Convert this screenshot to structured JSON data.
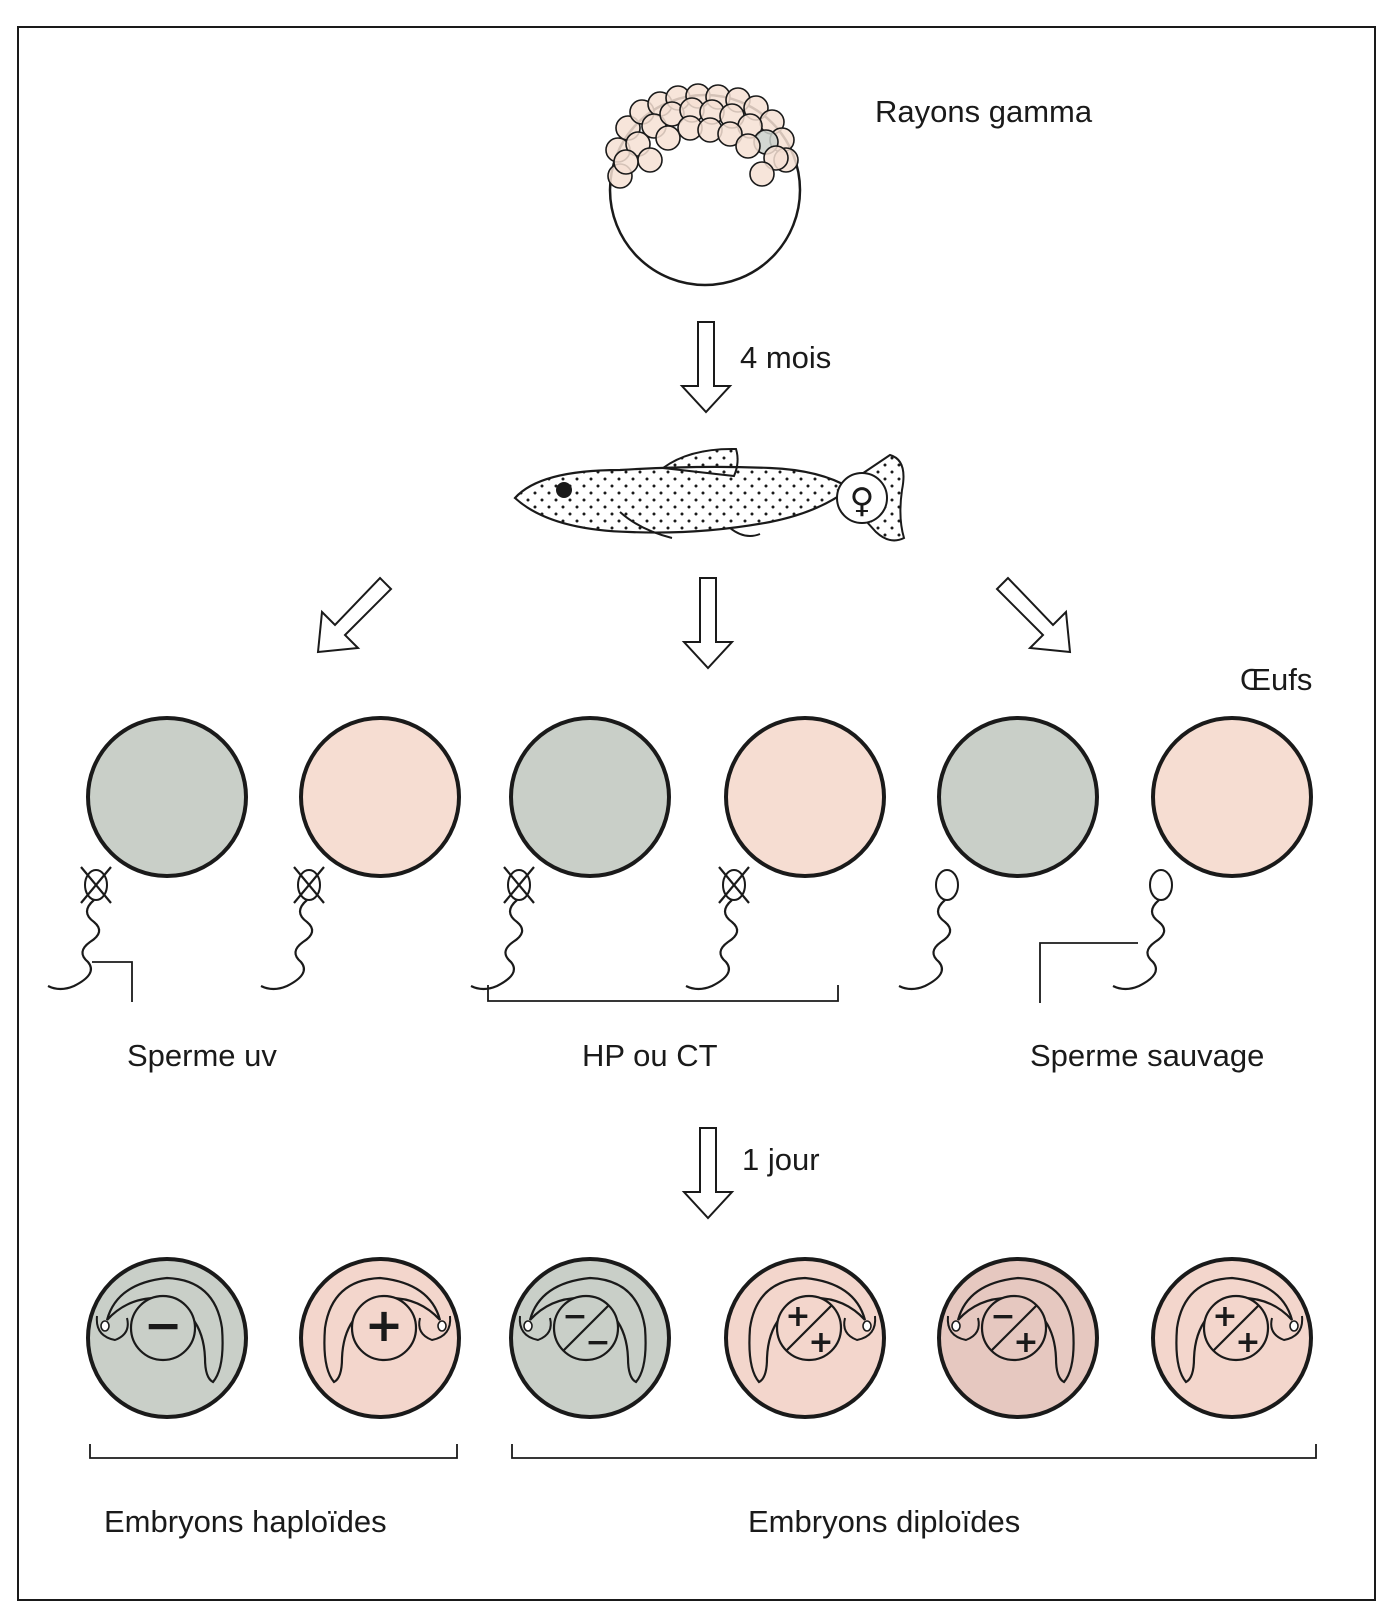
{
  "labels": {
    "radiation": "Rayons gamma",
    "step1": "4 mois",
    "eggs": "Œufs",
    "sperm_uv": "Sperme uv",
    "hp_ct": "HP ou CT",
    "sperm_wild": "Sperme sauvage",
    "step2": "1 jour",
    "haploid": "Embryons haploïdes",
    "diploid": "Embryons diploïdes"
  },
  "symbols": {
    "female": "♀",
    "haploid": [
      "−",
      "+"
    ],
    "diploid": [
      [
        "−",
        "−"
      ],
      [
        "+",
        "+"
      ],
      [
        "−",
        "+"
      ],
      [
        "+",
        "+"
      ]
    ]
  },
  "colors": {
    "mutant": "#c9cfc8",
    "wildtype": "#f6ddd2",
    "wildtype_embryo": "#f3d6cc",
    "heterozygote": "#e6c8c0",
    "line": "#1a1a1a"
  }
}
